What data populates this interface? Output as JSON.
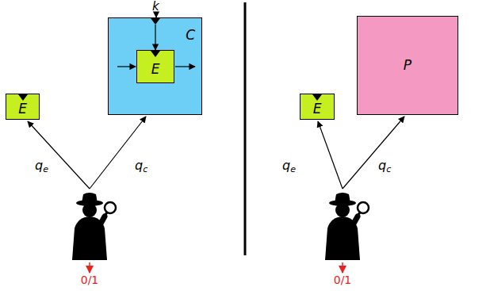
{
  "diagram": {
    "nodes": [
      {
        "text": [
          "E"
        ]
      },
      {
        "text": [
          "C"
        ]
      },
      {
        "text": [
          "E"
        ],
        "in": 1
      },
      {
        "text": [
          "E"
        ]
      },
      {
        "text": [
          "P"
        ]
      }
    ],
    "edges": [
      {
        "from": 1,
        "to": 2,
        "arrow": "to"
      }
    ],
    "labels": [
      "k",
      "qe",
      "qc",
      "0/1",
      "qe",
      "qc",
      "0/1"
    ]
  }
}
